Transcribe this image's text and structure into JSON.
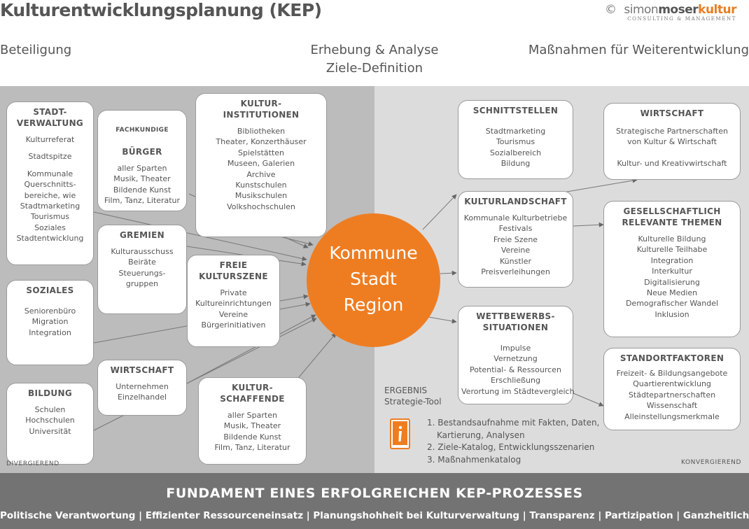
{
  "header": {
    "title": "Kulturentwicklungsplanung (KEP)",
    "brand_copyright": "©",
    "brand_part1": "simon",
    "brand_part2": "moser",
    "brand_part3": "kultur",
    "brand_sub": "CONSULTING & MANAGEMENT"
  },
  "columns": {
    "left": "Beteiligung",
    "center_line1": "Erhebung & Analyse",
    "center_line2": "Ziele-Definition",
    "right": "Maßnahmen für Weiterentwicklung"
  },
  "left_boxes": [
    {
      "title": "STADT-\nVERWALTUNG",
      "items": [
        "Kulturreferat",
        "Stadtspitze",
        "Kommunale",
        "Querschnitts-",
        "bereiche, wie",
        "Stadtmarketing",
        "Tourismus",
        "Soziales",
        "Stadtentwicklung"
      ]
    },
    {
      "title_small": "FACHKUNDIGE",
      "title": "BÜRGER",
      "items": [
        "aller Sparten",
        "Musik, Theater",
        "Bildende Kunst",
        "Film, Tanz, Literatur"
      ]
    },
    {
      "title": "KULTUR-\nINSTITUTIONEN",
      "items": [
        "Bibliotheken",
        "Theater, Konzerthäuser",
        "Spielstätten",
        "Museen, Galerien",
        "Archive",
        "Kunstschulen",
        "Musikschulen",
        "Volkshochschulen"
      ]
    },
    {
      "title": "GREMIEN",
      "items": [
        "Kulturausschuss",
        "Beiräte",
        "Steuerungs-",
        "gruppen"
      ]
    },
    {
      "title": "FREIE\nKULTURSZENE",
      "items": [
        "Private",
        "Kultureinrichtungen",
        "Vereine",
        "Bürgerinitiativen"
      ]
    },
    {
      "title": "SOZIALES",
      "items": [
        "Seniorenbüro",
        "Migration",
        "Integration"
      ]
    },
    {
      "title": "WIRTSCHAFT",
      "items": [
        "Unternehmen",
        "Einzelhandel"
      ]
    },
    {
      "title": "BILDUNG",
      "items": [
        "Schulen",
        "Hochschulen",
        "Universität"
      ]
    },
    {
      "title": "KULTUR-\nSCHAFFENDE",
      "items": [
        "aller Sparten",
        "Musik, Theater",
        "Bildende Kunst",
        "Film, Tanz, Literatur"
      ]
    }
  ],
  "center": {
    "line1": "Kommune",
    "line2": "Stadt",
    "line3": "Region"
  },
  "right_boxes": [
    {
      "title": "SCHNITTSTELLEN",
      "items": [
        "Stadtmarketing",
        "Tourismus",
        "Sozialbereich",
        "Bildung"
      ]
    },
    {
      "title": "KULTURLANDSCHAFT",
      "items": [
        "Kommunale Kulturbetriebe",
        "Festivals",
        "Freie Szene",
        "Vereine",
        "Künstler",
        "Preisverleihungen"
      ]
    },
    {
      "title": "WETTBEWERBS-\nSITUATIONEN",
      "items": [
        "Impulse",
        "Vernetzung",
        "Potential- & Ressourcen",
        "Erschließung",
        "Verortung im Städtevergleich"
      ]
    },
    {
      "title": "WIRTSCHAFT",
      "items": [
        "Strategische Partnerschaften",
        "von Kultur & Wirtschaft",
        "Kultur- und Kreativwirtschaft"
      ]
    },
    {
      "title": "GESELLSCHAFTLICH\nRELEVANTE THEMEN",
      "items": [
        "Kulturelle Bildung",
        "Kulturelle Teilhabe",
        "Integration",
        "Interkultur",
        "Digitalisierung",
        "Neue Medien",
        "Demografischer Wandel",
        "Inklusion"
      ]
    },
    {
      "title": "STANDORTFAKTOREN",
      "items": [
        "Freizeit- & Bildungsangebote",
        "Quartierentwicklung",
        "Städtepartnerschaften",
        "Wissenschaft",
        "Alleinstellungsmerkmale"
      ]
    }
  ],
  "ergebnis": {
    "label1": "ERGEBNIS",
    "label2": "Strategie-Tool",
    "list": [
      "1. Bestandsaufnahme mit Fakten, Daten,",
      "Kartierung, Analysen",
      "2. Ziele-Katalog, Entwicklungsszenarien",
      "3. Maßnahmenkatalog"
    ]
  },
  "tags": {
    "left": "DIVERGIEREND",
    "right": "KONVERGIEREND"
  },
  "footer": {
    "title": "FUNDAMENT EINES ERFOLGREICHEN KEP-PROZESSES",
    "line": "Politische Verantwortung | Effizienter Ressourceneinsatz | Planungshohheit bei Kulturverwaltung | Transparenz | Partizipation | Ganzheitlichkeit"
  },
  "colors": {
    "accent": "#ee7d22",
    "panel_left": "#bcbcbc",
    "panel_right": "#dcdcdc",
    "footer": "#737373"
  }
}
